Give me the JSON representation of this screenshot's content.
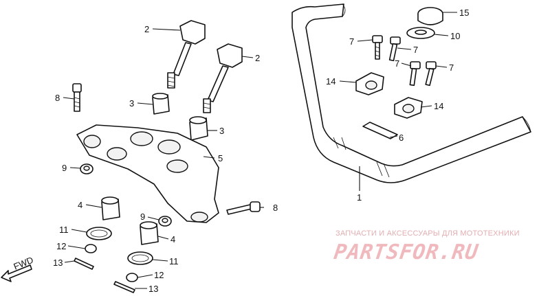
{
  "diagram": {
    "callouts": {
      "c1": "1",
      "c2a": "2",
      "c2b": "2",
      "c3a": "3",
      "c3b": "3",
      "c4a": "4",
      "c4b": "4",
      "c5": "5",
      "c6": "6",
      "c7a": "7",
      "c7b": "7",
      "c7c": "7",
      "c7d": "7",
      "c8a": "8",
      "c8b": "8",
      "c9a": "9",
      "c9b": "9",
      "c10": "10",
      "c11a": "11",
      "c11b": "11",
      "c12a": "12",
      "c12b": "12",
      "c13a": "13",
      "c13b": "13",
      "c14a": "14",
      "c14b": "14",
      "c15": "15"
    },
    "direction_label": "FWD"
  },
  "watermark": {
    "tagline": "ЗАПЧАСТИ И АКСЕССУАРЫ ДЛЯ МОТОТЕХНИКИ",
    "brand": "PARTSFOR.RU",
    "color": "#f0b9bd"
  }
}
